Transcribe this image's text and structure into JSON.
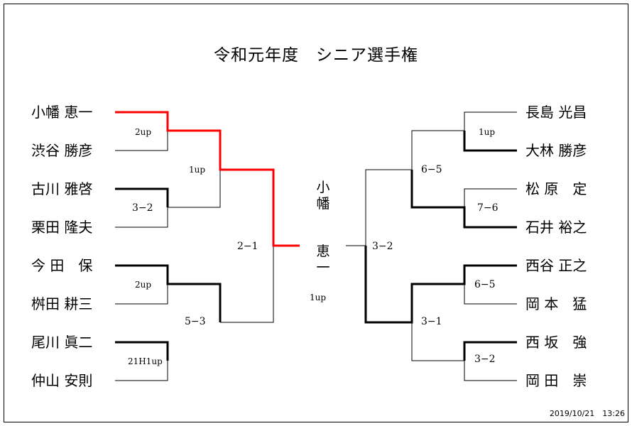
{
  "title": "令和元年度　シニア選手権",
  "timestamp": "2019/10/21　13:26",
  "players_left": [
    "小幡 恵一",
    "渋谷 勝彦",
    "古川 雅啓",
    "栗田 隆夫",
    "今 田　保",
    "桝田 耕三",
    "尾川 眞二",
    "仲山 安則"
  ],
  "players_right": [
    "長島 光昌",
    "大林 勝彦",
    "松 原　定",
    "石井 裕之",
    "西谷 正之",
    "岡 本　猛",
    "西 坂　強",
    "岡 田　崇"
  ],
  "scores_left": {
    "r1": [
      "2up",
      "3−2",
      "2up",
      "21H1up"
    ],
    "r2": [
      "1up",
      "5−3"
    ],
    "r3": "2−1"
  },
  "scores_right": {
    "r1": [
      "1up",
      "7−6",
      "6−5",
      "3−2"
    ],
    "r2": [
      "6−5",
      "3−1"
    ],
    "r3": "3−2"
  },
  "final_score": "1up",
  "champion": [
    "小",
    "幡",
    "恵",
    "一"
  ],
  "colors": {
    "winner_path": "#ff0000",
    "line": "#000000"
  }
}
